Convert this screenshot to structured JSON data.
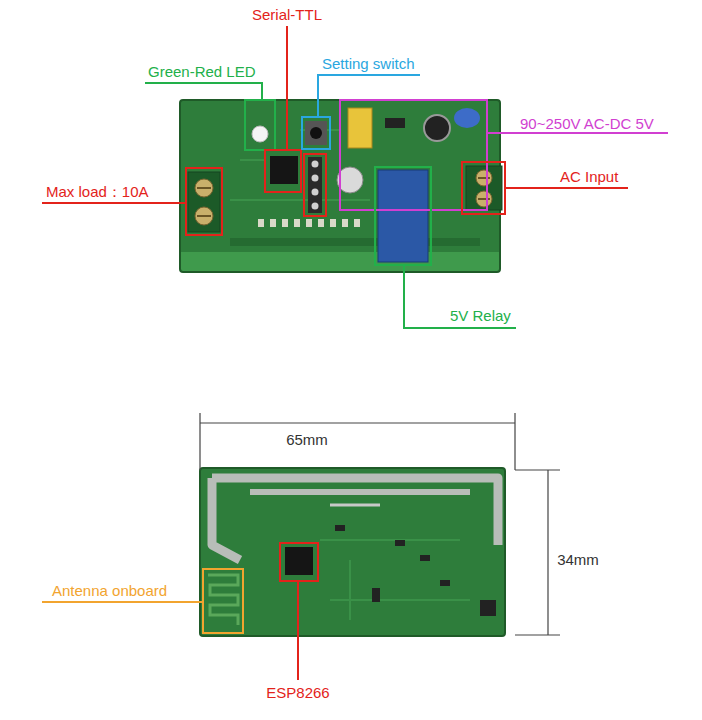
{
  "diagram": {
    "labels": [
      "Serial-TTL",
      "Green-Red LED",
      "Setting switch",
      "90~250V AC-DC 5V",
      "AC Input",
      "Max load：10A",
      "5V Relay",
      "65mm",
      "34mm",
      "Antenna onboard",
      "ESP8266"
    ]
  }
}
